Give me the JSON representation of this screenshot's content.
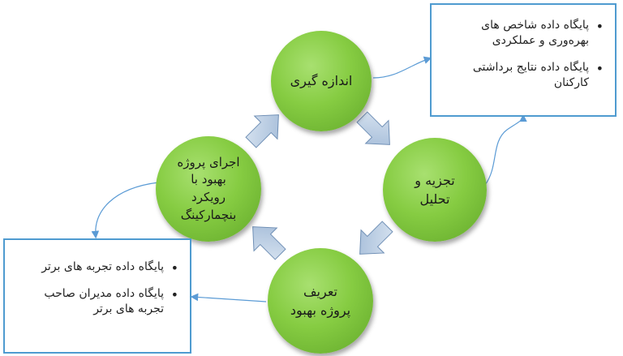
{
  "nodes": {
    "measure": "اندازه گیری",
    "analyze": "تجزیه و\nتحلیل",
    "define": "تعریف\nپروژه بهبود",
    "execute": "اجرای پروژه\nبهبود با\nرویکرد\nبنچمارکینگ"
  },
  "boxes": {
    "top_right": [
      "پایگاه داده شاخص های\nبهره‌وری و عملکردی",
      "پایگاه داده نتایج برداشتی\nکارکنان"
    ],
    "bottom_left": [
      "پایگاه داده تجربه های برتر",
      "پایگاه داده مدیران صاحب\nتجربه های برتر"
    ]
  },
  "colors": {
    "node_green": "#86cc42",
    "arrow_fill": "#b7cde6",
    "box_border": "#4f9bd0",
    "connector": "#5b9bd5"
  }
}
